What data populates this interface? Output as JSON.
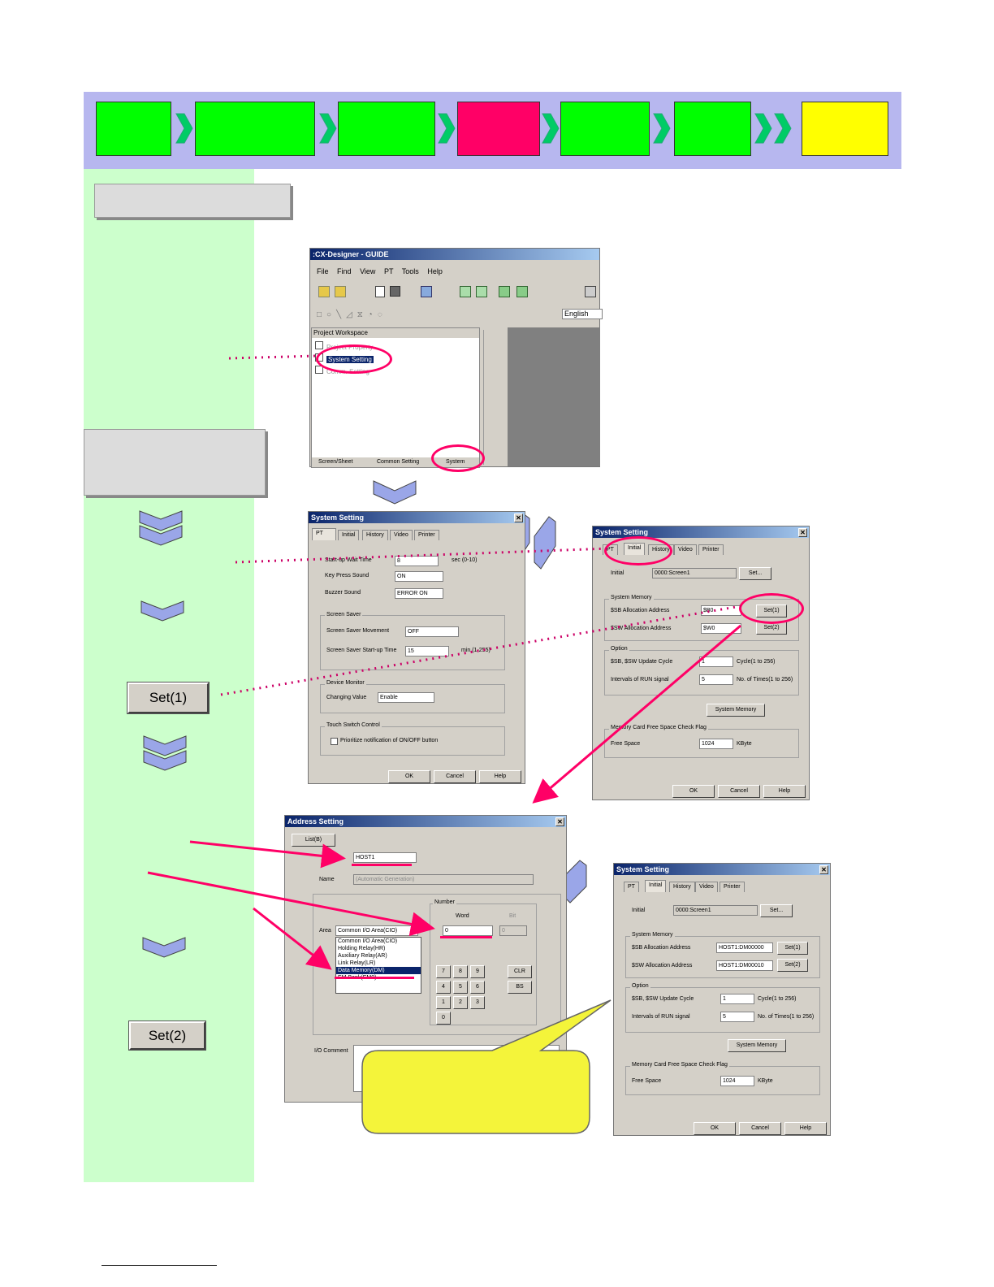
{
  "cxdesigner": {
    "title": ":CX-Designer - GUIDE",
    "menu": [
      "File",
      "Find",
      "View",
      "PT",
      "Tools",
      "Help"
    ],
    "language": "English",
    "workspace_title": "Project Workspace",
    "tree": [
      "Project Property",
      "System Setting",
      "Comm. Setting"
    ],
    "tabs": [
      "Screen/Sheet",
      "Common Setting",
      "System"
    ]
  },
  "sys_pt": {
    "title": "System Setting",
    "tabs": [
      "PT",
      "Initial",
      "History",
      "Video",
      "Printer"
    ],
    "startup_wait_label": "Start-up Wait Time",
    "startup_wait_value": "8",
    "startup_wait_unit": "sec (0-10)",
    "key_press_label": "Key Press Sound",
    "key_press_value": "ON",
    "buzzer_label": "Buzzer Sound",
    "buzzer_value": "ERROR ON",
    "screen_saver_group": "Screen Saver",
    "saver_movement_label": "Screen Saver Movement",
    "saver_movement_value": "OFF",
    "saver_time_label": "Screen Saver Start-up Time",
    "saver_time_value": "15",
    "saver_time_unit": "min (1-255)",
    "device_monitor_group": "Device Monitor",
    "changing_value_label": "Changing Value",
    "changing_value_value": "Enable",
    "touch_switch_group": "Touch Switch Control",
    "prioritize_label": "Prioritize notification of ON/OFF button",
    "ok": "OK",
    "cancel": "Cancel",
    "help": "Help"
  },
  "sys_initial_a": {
    "title": "System Setting",
    "tabs": [
      "PT",
      "Initial",
      "History",
      "Video",
      "Printer"
    ],
    "initial_label": "Initial",
    "initial_value": "0000:Screen1",
    "set_label": "Set...",
    "system_memory_group": "System Memory",
    "sb_label": "$SB Allocation Address",
    "sb_value": "$B0",
    "sw_label": "$SW Allocation Address",
    "sw_value": "$W0",
    "set1": "Set(1)",
    "set2": "Set(2)",
    "option_group": "Option",
    "cycle_label": "$SB, $SW Update Cycle",
    "cycle_value": "1",
    "cycle_unit": "Cycle(1 to 256)",
    "run_label": "Intervals of RUN signal",
    "run_value": "5",
    "run_unit": "No. of Times(1 to 256)",
    "system_memory_btn": "System Memory",
    "card_group": "Memory Card Free Space Check Flag",
    "free_label": "Free Space",
    "free_value": "1024",
    "free_unit": "KByte",
    "ok": "OK",
    "cancel": "Cancel",
    "help": "Help"
  },
  "addr": {
    "title": "Address Setting",
    "list_btn": "List(B)",
    "host_value": "HOST1",
    "name_label": "Name",
    "name_value": "(Automatic Generation)",
    "number_group": "Number",
    "word_label": "Word",
    "bit_label": "Bit",
    "area_label": "Area",
    "area_value": "Common I/O Area(CIO)",
    "word_value": "0",
    "bit_value": "0",
    "area_list": [
      "Common I/O Area(CIO)",
      "Holding Relay(HR)",
      "Auxiliary Relay(AR)",
      "Link Relay(LR)",
      "Data Memory(DM)",
      "EM Bank(EM0)"
    ],
    "keypad": [
      "7",
      "8",
      "9",
      "4",
      "5",
      "6",
      "1",
      "2",
      "3",
      "0"
    ],
    "clr": "CLR",
    "bs": "BS",
    "io_comment_label": "I/O Comment"
  },
  "sys_initial_b": {
    "title": "System Setting",
    "tabs": [
      "PT",
      "Initial",
      "History",
      "Video",
      "Printer"
    ],
    "initial_label": "Initial",
    "initial_value": "0000:Screen1",
    "set_label": "Set...",
    "system_memory_group": "System Memory",
    "sb_label": "$SB Allocation Address",
    "sb_value": "HOST1:DM00000",
    "sw_label": "$SW Allocation Address",
    "sw_value": "HOST1:DM00010",
    "set1": "Set(1)",
    "set2": "Set(2)",
    "option_group": "Option",
    "cycle_label": "$SB, $SW Update Cycle",
    "cycle_value": "1",
    "cycle_unit": "Cycle(1 to 256)",
    "run_label": "Intervals of RUN signal",
    "run_value": "5",
    "run_unit": "No. of Times(1 to 256)",
    "system_memory_btn": "System Memory",
    "card_group": "Memory Card Free Space Check Flag",
    "free_label": "Free Space",
    "free_value": "1024",
    "free_unit": "KByte",
    "ok": "OK",
    "cancel": "Cancel",
    "help": "Help"
  },
  "left": {
    "set1": "Set(1)",
    "set2": "Set(2)"
  },
  "colors": {
    "step_green": "#00ff00",
    "step_current": "#ff0066",
    "step_final": "#ffff00",
    "banner": "#b7b7ef",
    "left_panel": "#ccffcc",
    "highlight": "#ff0066",
    "callout": "#f4f43a"
  }
}
